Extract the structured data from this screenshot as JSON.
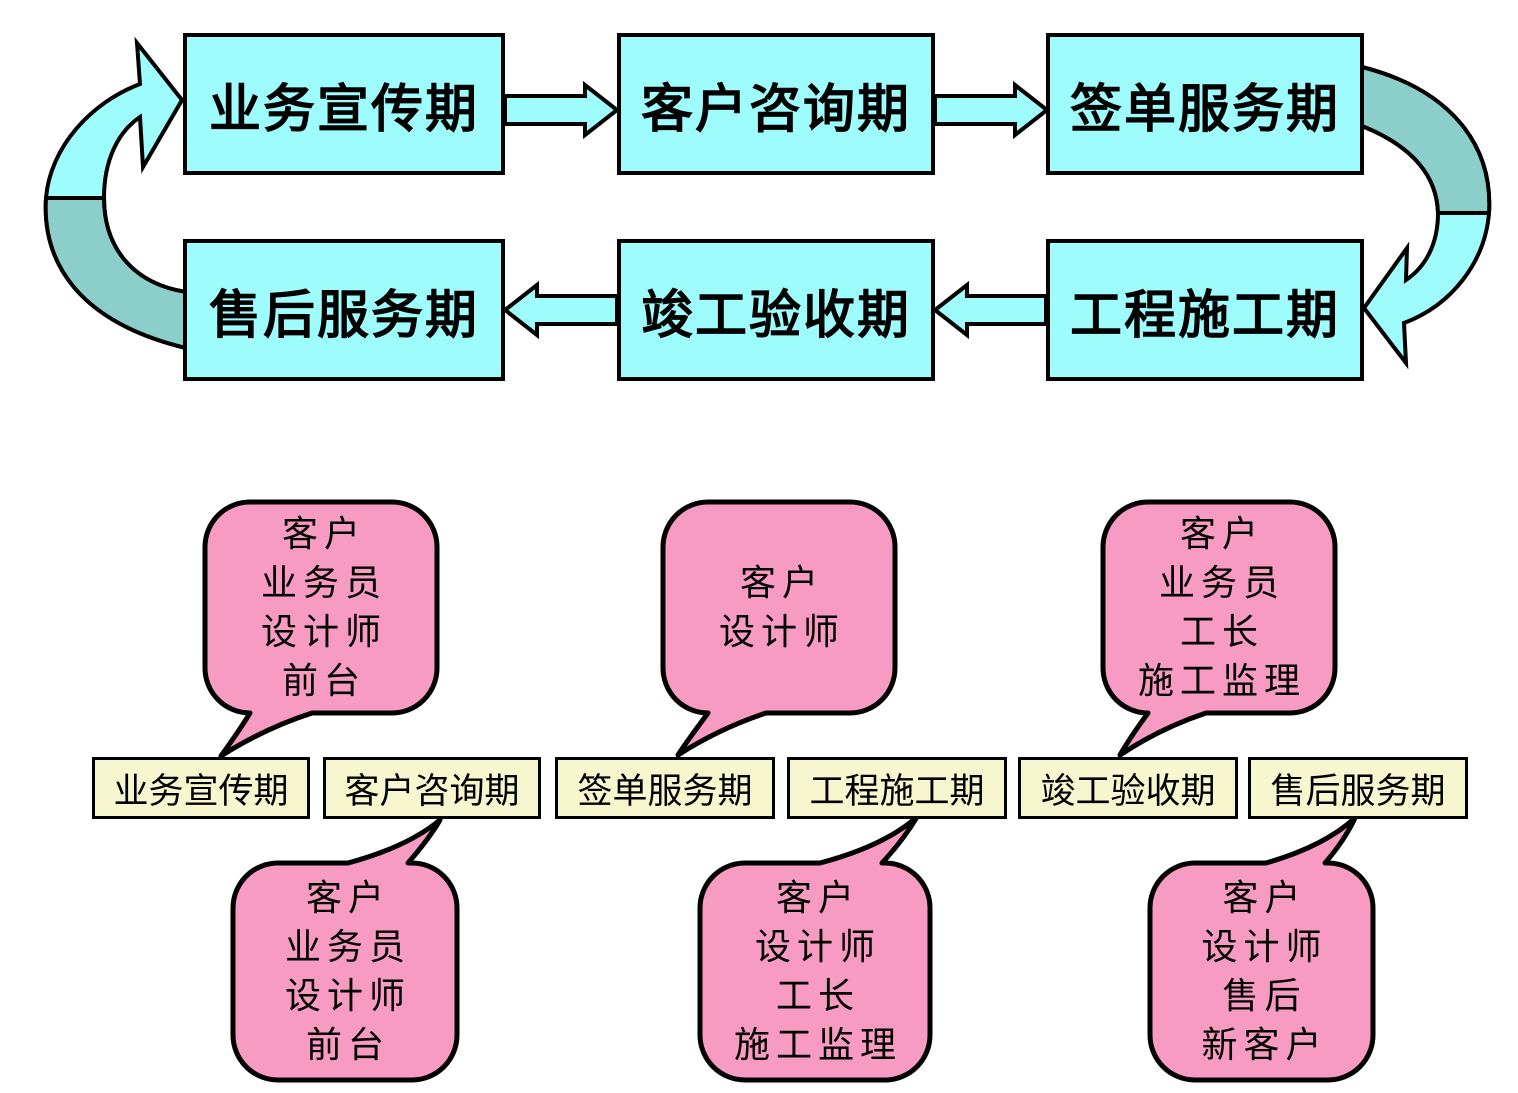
{
  "colors": {
    "cyan": "#9EFCFC",
    "teal": "#8CCFCA",
    "yellow": "#F7F7CF",
    "pink": "#F79BC3",
    "outline": "#000000"
  },
  "cycle": {
    "boxes": [
      {
        "label": "业务宣传期"
      },
      {
        "label": "客户咨询期"
      },
      {
        "label": "签单服务期"
      },
      {
        "label": "工程施工期"
      },
      {
        "label": "竣工验收期"
      },
      {
        "label": "售后服务期"
      }
    ]
  },
  "timeline": {
    "stages": [
      {
        "label": "业务宣传期",
        "bubble_position": "above",
        "participants": [
          "客户",
          "业务员",
          "设计师",
          "前台"
        ]
      },
      {
        "label": "客户咨询期",
        "bubble_position": "below",
        "participants": [
          "客户",
          "业务员",
          "设计师",
          "前台"
        ]
      },
      {
        "label": "签单服务期",
        "bubble_position": "above",
        "participants": [
          "客户",
          "设计师"
        ]
      },
      {
        "label": "工程施工期",
        "bubble_position": "below",
        "participants": [
          "客户",
          "设计师",
          "工长",
          "施工监理"
        ]
      },
      {
        "label": "竣工验收期",
        "bubble_position": "above",
        "participants": [
          "客户",
          "业务员",
          "工长",
          "施工监理"
        ]
      },
      {
        "label": "售后服务期",
        "bubble_position": "below",
        "participants": [
          "客户",
          "设计师",
          "售后",
          "新客户"
        ]
      }
    ]
  }
}
